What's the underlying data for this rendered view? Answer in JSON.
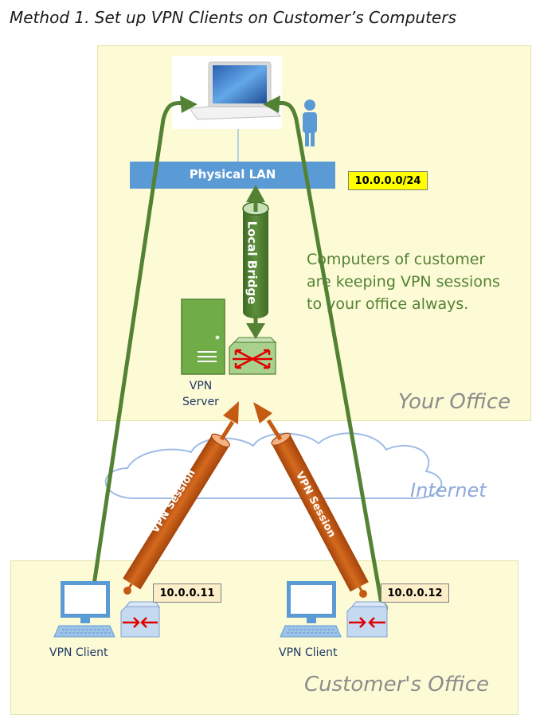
{
  "title": "Method 1. Set up VPN Clients on Customer’s Computers",
  "your_office": {
    "label": "Your Office",
    "lan_label": "Physical LAN",
    "subnet": "10.0.0.0/24",
    "bridge_label": "Local Bridge",
    "server_label_line1": "VPN",
    "server_label_line2": "Server",
    "note": [
      "Computers of customer",
      "are keeping VPN sessions",
      "to your office always."
    ]
  },
  "internet_label": "Internet",
  "sessions": {
    "left_label": "VPN Session",
    "right_label": "VPN Session"
  },
  "customer_office": {
    "label": "Customer's Office",
    "clients": [
      {
        "label": "VPN Client",
        "ip": "10.0.0.11"
      },
      {
        "label": "VPN Client",
        "ip": "10.0.0.12"
      }
    ]
  },
  "colors": {
    "zone_fill": "#fdfbd6",
    "lan_blue": "#5b9bd5",
    "green": "#548235",
    "orange": "#c55a11",
    "subnet_tag": "#ffff00",
    "ip_tag": "#fdeeca",
    "cloud_stroke": "#9fbce6",
    "red_arrow": "#e00000"
  },
  "icons": [
    "laptop-icon",
    "person-icon",
    "server-icon",
    "switch-icon",
    "cloud-icon",
    "monitor-icon",
    "keyboard-icon"
  ]
}
